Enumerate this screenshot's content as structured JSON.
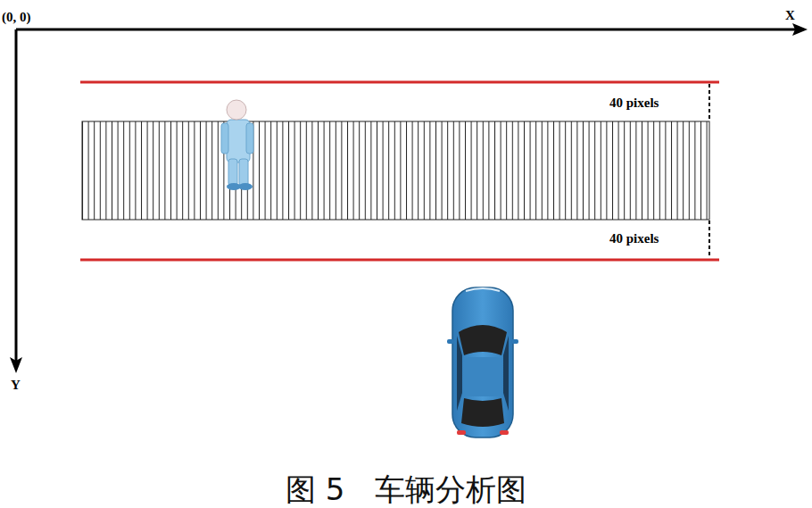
{
  "diagram": {
    "caption": "图 5　车辆分析图",
    "labels": [
      "(0, 0)",
      "X",
      "Y",
      "40 pixels",
      "40 pixels"
    ]
  }
}
